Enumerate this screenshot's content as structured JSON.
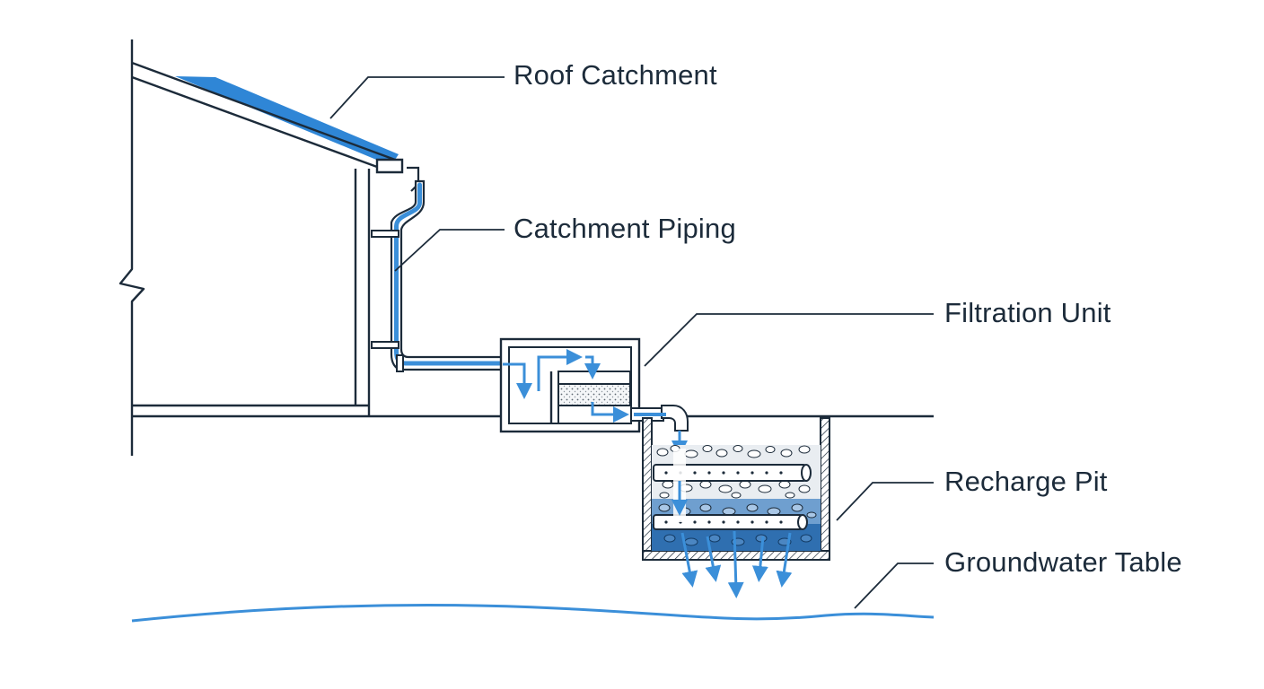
{
  "labels": {
    "roof_catchment": "Roof Catchment",
    "catchment_piping": "Catchment Piping",
    "filtration_unit": "Filtration Unit",
    "recharge_pit": "Recharge Pit",
    "groundwater_table": "Groundwater Table"
  },
  "colors": {
    "line": "#1c2b3a",
    "water": "#3b8fd9",
    "roof": "#2f86d6",
    "deep_fill": "#2f6fb0",
    "gravel": "#d7dde3"
  }
}
